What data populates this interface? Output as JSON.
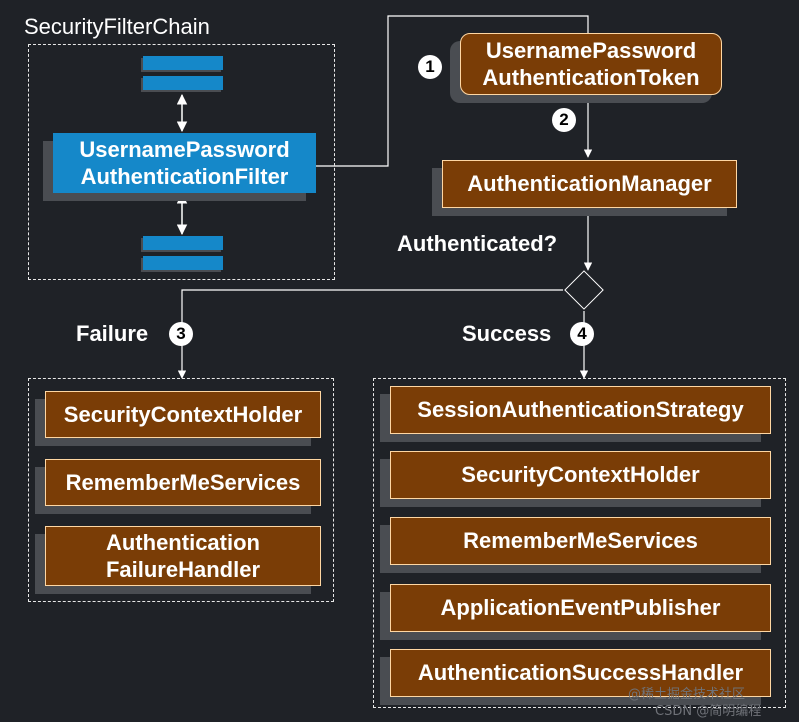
{
  "security_filter_chain": {
    "title": "SecurityFilterChain",
    "filter_label": "UsernamePassword\nAuthenticationFilter"
  },
  "token": {
    "label": "UsernamePassword\nAuthenticationToken"
  },
  "manager": {
    "label": "AuthenticationManager"
  },
  "decision": {
    "question": "Authenticated?"
  },
  "steps": {
    "one": "1",
    "two": "2",
    "three": "3",
    "four": "4"
  },
  "failure": {
    "label": "Failure",
    "items": [
      "SecurityContextHolder",
      "RememberMeServices",
      "Authentication\nFailureHandler"
    ]
  },
  "success": {
    "label": "Success",
    "items": [
      "SessionAuthenticationStrategy",
      "SecurityContextHolder",
      "RememberMeServices",
      "ApplicationEventPublisher",
      "AuthenticationSuccessHandler"
    ]
  },
  "watermark": {
    "line1": "@稀土掘金技术社区",
    "line2": "CSDN @简明编程"
  },
  "colors": {
    "background": "#1f2227",
    "brown_box": "#7a3d06",
    "brown_border": "#ffd7a3",
    "blue_box": "#1588c9",
    "shadow": "#4a4d52"
  }
}
